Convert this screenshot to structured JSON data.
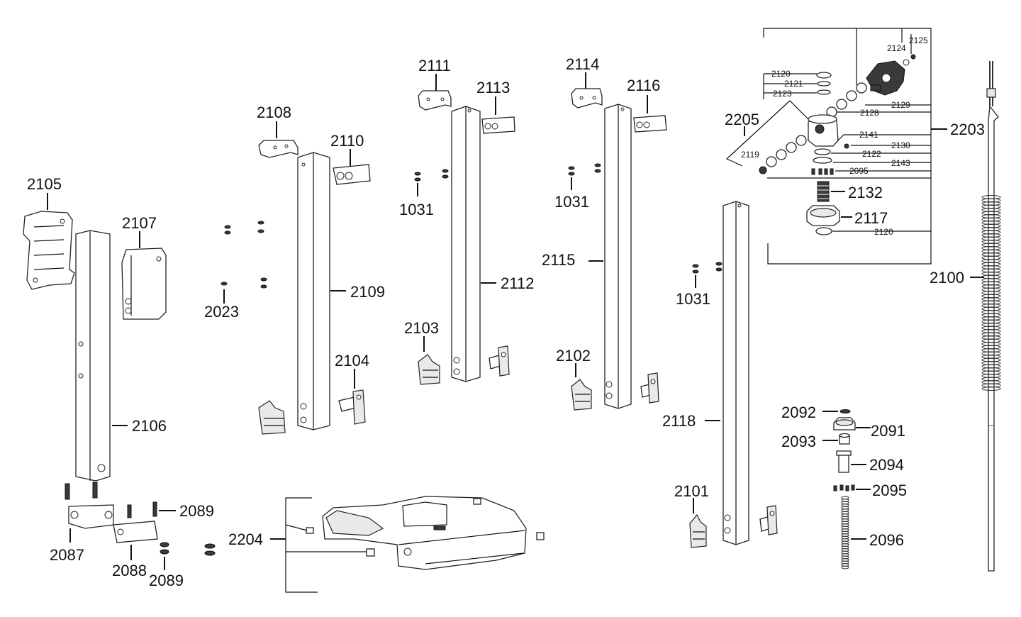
{
  "diagram": {
    "labels": {
      "p2105": "2105",
      "p2107": "2107",
      "p2106": "2106",
      "p2087": "2087",
      "p2088": "2088",
      "p2089a": "2089",
      "p2089b": "2089",
      "p2108": "2108",
      "p2110": "2110",
      "p2023": "2023",
      "p2109": "2109",
      "p2104": "2104",
      "p2111": "2111",
      "p2113": "2113",
      "p1031a": "1031",
      "p2112": "2112",
      "p2103": "2103",
      "p2114": "2114",
      "p2116": "2116",
      "p1031b": "1031",
      "p2115": "2115",
      "p2102": "2102",
      "p2205": "2205",
      "p1031c": "1031",
      "p2118": "2118",
      "p2101": "2101",
      "p2204": "2204",
      "p2120a": "2120",
      "p2121": "2121",
      "p2123": "2123",
      "p2124": "2124",
      "p2125": "2125",
      "p2129": "2129",
      "p2128": "2128",
      "p2141": "2141",
      "p2130": "2130",
      "p2119": "2119",
      "p2122": "2122",
      "p2143": "2143",
      "p2095a": "2095",
      "p2203": "2203",
      "p2132": "2132",
      "p2117": "2117",
      "p2120b": "2120",
      "p2100": "2100",
      "p2092": "2092",
      "p2091": "2091",
      "p2093": "2093",
      "p2094": "2094",
      "p2095b": "2095",
      "p2096": "2096"
    }
  }
}
